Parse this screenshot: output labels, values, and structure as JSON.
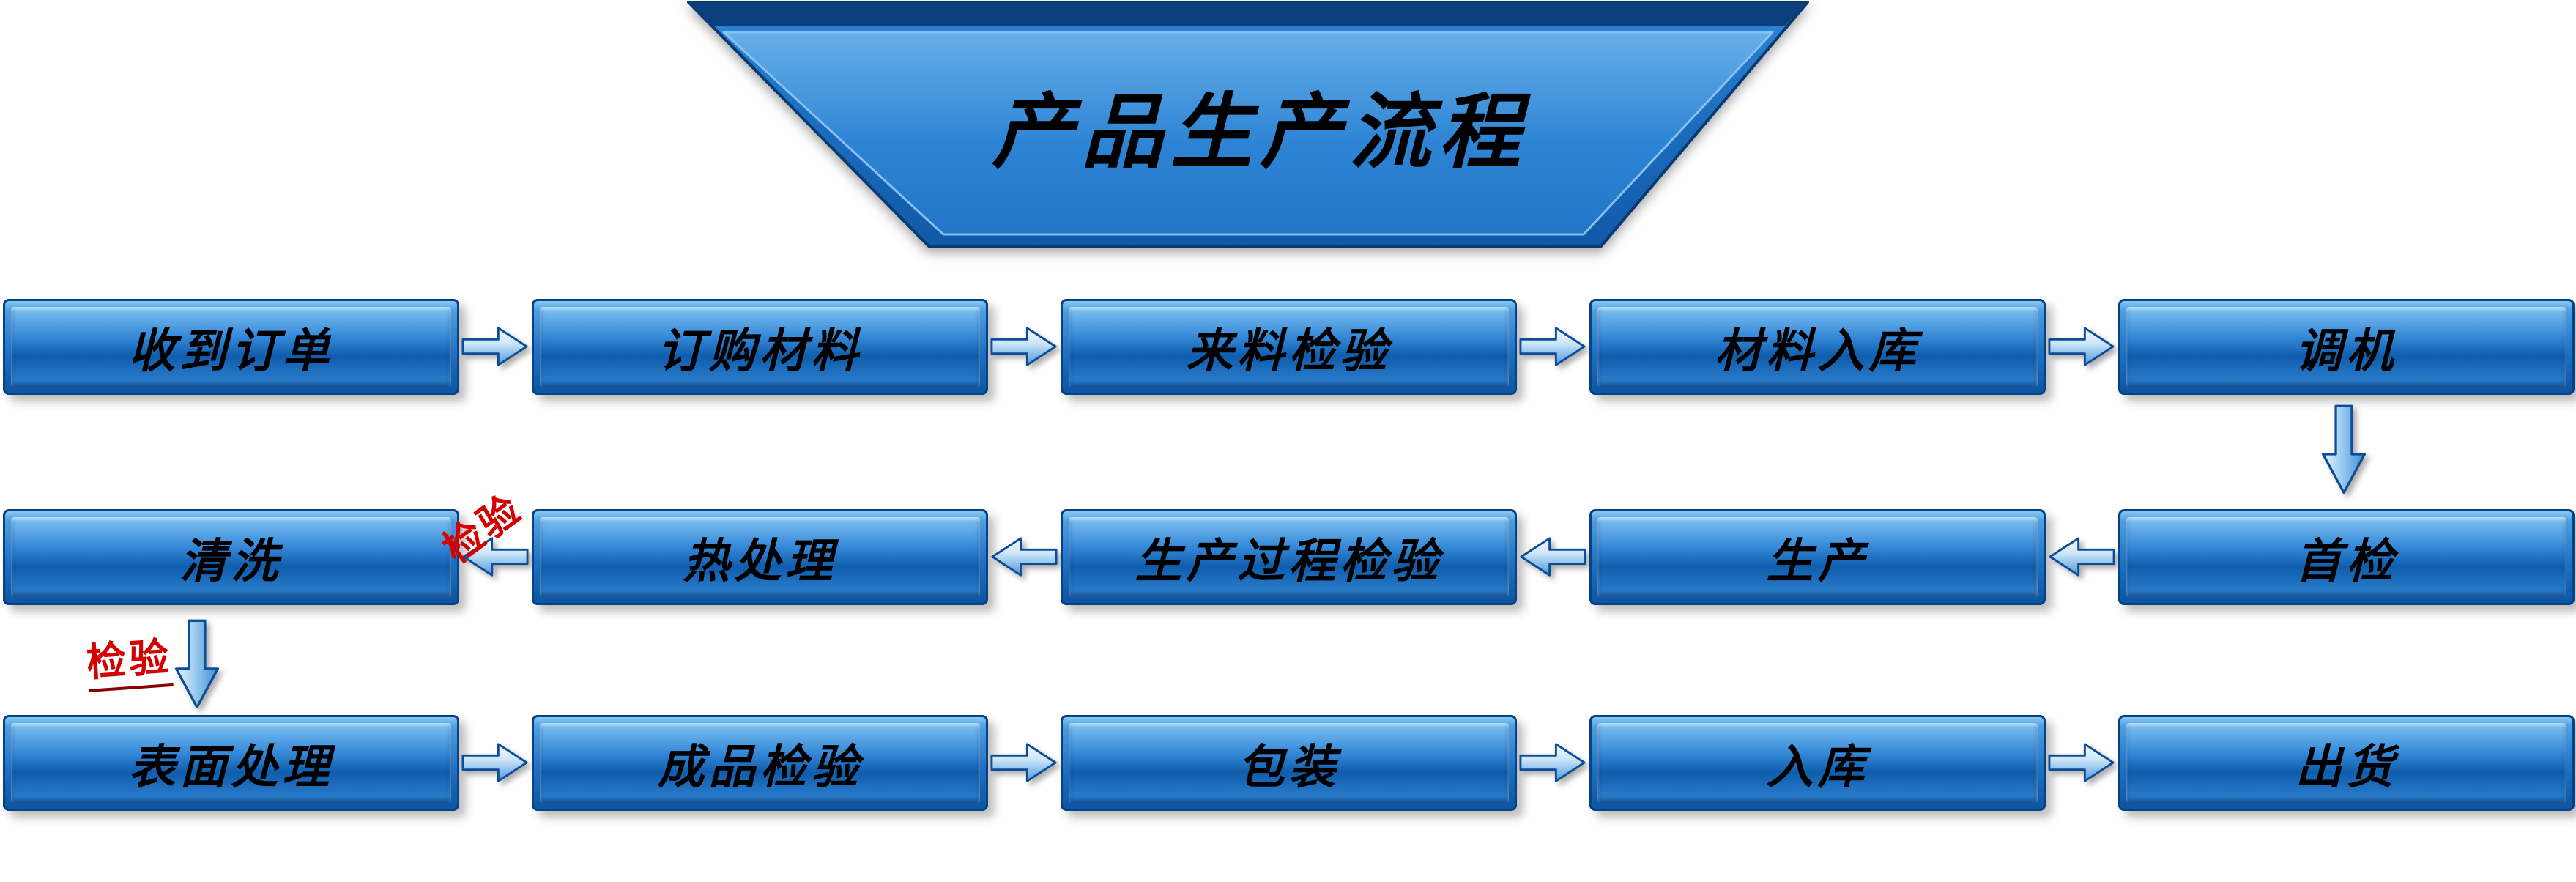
{
  "title": "产品生产流程",
  "colors": {
    "box_blue": "#1e72c4",
    "box_outline": "#0a4182",
    "arrow_outline": "#0d4d97",
    "annotation_red": "#d40000",
    "title_text": "#000000"
  },
  "rows": [
    {
      "direction": "right",
      "boxes": [
        {
          "label": "收到订单"
        },
        {
          "label": "订购材料"
        },
        {
          "label": "来料检验"
        },
        {
          "label": "材料入库"
        },
        {
          "label": "调机"
        }
      ]
    },
    {
      "direction": "left",
      "boxes": [
        {
          "label": "清洗"
        },
        {
          "label": "热处理"
        },
        {
          "label": "生产过程检验"
        },
        {
          "label": "生产"
        },
        {
          "label": "首检"
        }
      ]
    },
    {
      "direction": "right",
      "boxes": [
        {
          "label": "表面处理"
        },
        {
          "label": "成品检验"
        },
        {
          "label": "包装"
        },
        {
          "label": "入库"
        },
        {
          "label": "出货"
        }
      ]
    }
  ],
  "annotations": [
    {
      "text": "检验"
    },
    {
      "text": "检验"
    }
  ],
  "icons": {
    "arrow_right": "block-arrow-right",
    "arrow_left": "block-arrow-left",
    "arrow_down": "block-arrow-down"
  }
}
